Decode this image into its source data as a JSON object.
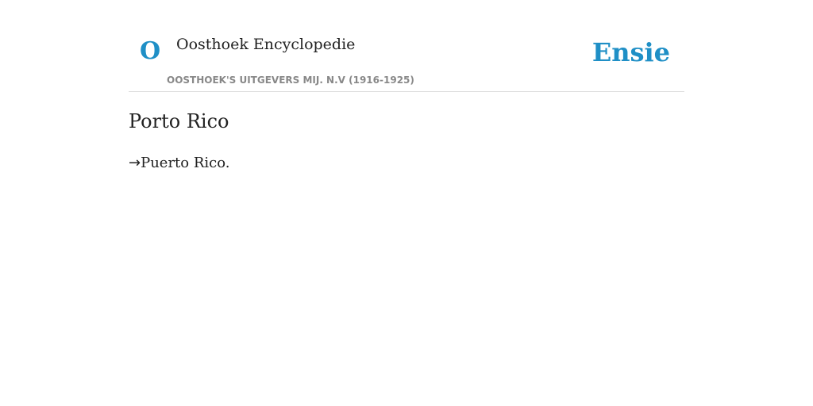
{
  "header": {
    "logo_letter": "O",
    "site_title": "Oosthoek Encyclopedie",
    "publisher": "OOSTHOEK'S UITGEVERS MIJ. N.V (1916-1925)",
    "brand": "Ensie"
  },
  "entry": {
    "title": "Porto Rico",
    "arrow_icon": "→",
    "reference": "Puerto Rico."
  },
  "colors": {
    "accent": "#1f8fc6",
    "divider": "#dddddd",
    "muted_text": "#888888",
    "text": "#222222"
  }
}
